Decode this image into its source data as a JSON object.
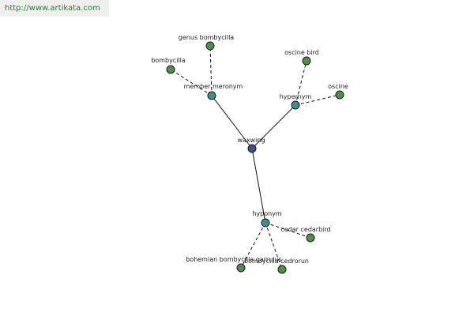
{
  "watermark": "http://www.artikata.com",
  "colors": {
    "center": "#3e4f8a",
    "relation": "#3f8f8a",
    "leaf": "#4f8f4a"
  },
  "graph": {
    "nodes": [
      {
        "id": "waxwing",
        "label": "waxwing",
        "kind": "center"
      },
      {
        "id": "member-meronym",
        "label": "member meronym",
        "kind": "relation"
      },
      {
        "id": "hypernym",
        "label": "hypernym",
        "kind": "relation"
      },
      {
        "id": "hyponym",
        "label": "hyponym",
        "kind": "relation"
      },
      {
        "id": "genus-bombycilla",
        "label": "genus bombycilla",
        "kind": "leaf"
      },
      {
        "id": "bombycilla",
        "label": "bombycilla",
        "kind": "leaf"
      },
      {
        "id": "oscine-bird",
        "label": "oscine bird",
        "kind": "leaf"
      },
      {
        "id": "oscine",
        "label": "oscine",
        "kind": "leaf"
      },
      {
        "id": "cedar-cedarbird",
        "label": "cedar cedarbird",
        "kind": "leaf"
      },
      {
        "id": "bohemian-waxwing",
        "label": "bohemian bombycilla garrulus",
        "kind": "leaf"
      },
      {
        "id": "bombycilla-cedrorun",
        "label": "bombycilla cedrorun",
        "kind": "leaf"
      }
    ],
    "edges": [
      {
        "from": "waxwing",
        "to": "member-meronym",
        "style": "solid"
      },
      {
        "from": "waxwing",
        "to": "hypernym",
        "style": "solid"
      },
      {
        "from": "waxwing",
        "to": "hyponym",
        "style": "solid"
      },
      {
        "from": "member-meronym",
        "to": "genus-bombycilla",
        "style": "dashed"
      },
      {
        "from": "member-meronym",
        "to": "bombycilla",
        "style": "dashed"
      },
      {
        "from": "hypernym",
        "to": "oscine-bird",
        "style": "dashed"
      },
      {
        "from": "hypernym",
        "to": "oscine",
        "style": "dashed"
      },
      {
        "from": "hyponym",
        "to": "cedar-cedarbird",
        "style": "dashed"
      },
      {
        "from": "hyponym",
        "to": "bohemian-waxwing",
        "style": "dashed"
      },
      {
        "from": "hyponym",
        "to": "bombycilla-cedrorun",
        "style": "dashed"
      }
    ]
  }
}
